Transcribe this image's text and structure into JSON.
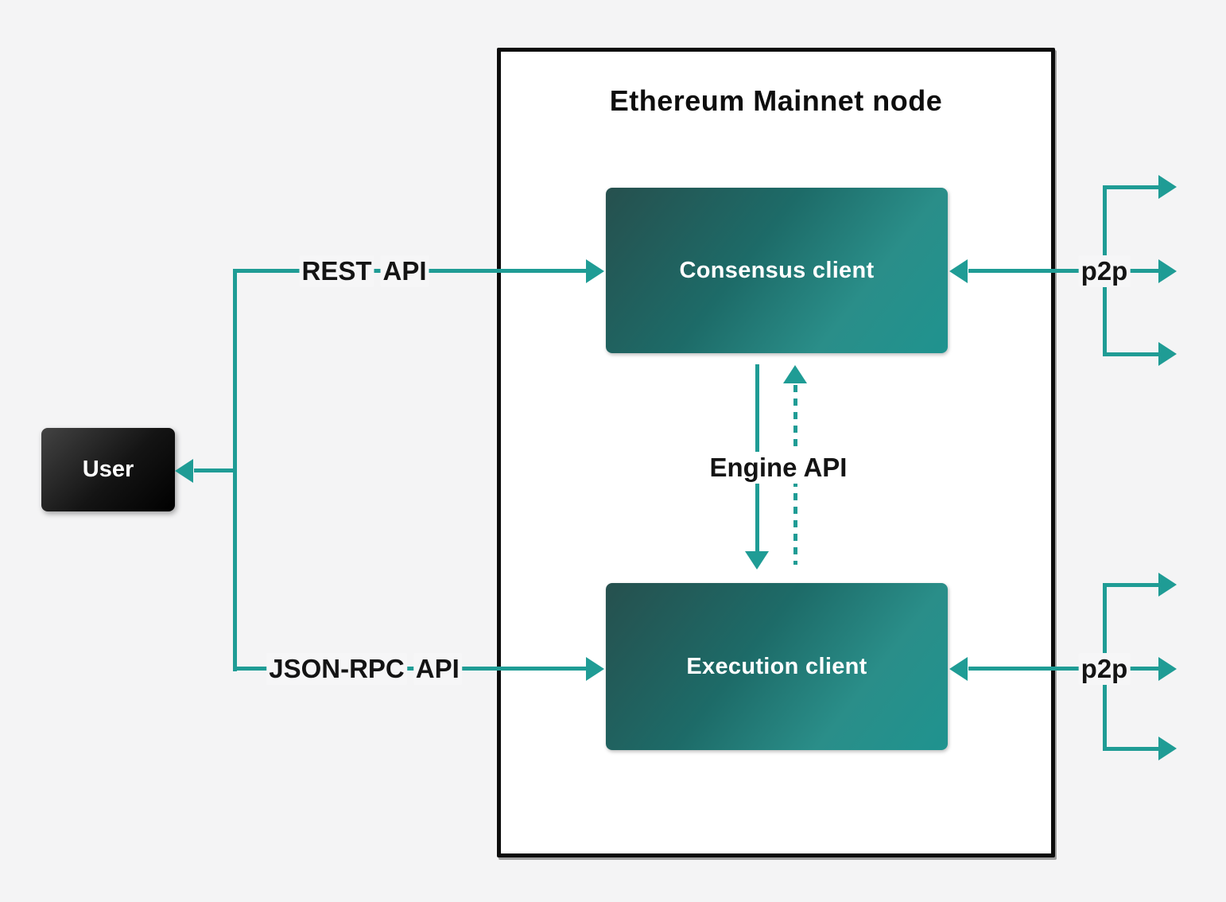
{
  "title": "Ethereum Mainnet node",
  "nodes": {
    "user": {
      "label": "User"
    },
    "consensus": {
      "label": "Consensus client"
    },
    "execution": {
      "label": "Execution client"
    }
  },
  "edges": {
    "rest_api": {
      "words": [
        "REST",
        "API"
      ]
    },
    "json_rpc_api": {
      "words": [
        "JSON-RPC",
        "API"
      ]
    },
    "engine_api": {
      "label": "Engine API"
    },
    "p2p_consensus": {
      "label": "p2p"
    },
    "p2p_execution": {
      "label": "p2p"
    }
  },
  "colors": {
    "teal": "#1f9c95",
    "node_border": "#0c0c0c",
    "background": "#f4f4f5",
    "client_gradient_start": "#26504e",
    "client_gradient_end": "#1f938f",
    "user_box": "#000000"
  }
}
